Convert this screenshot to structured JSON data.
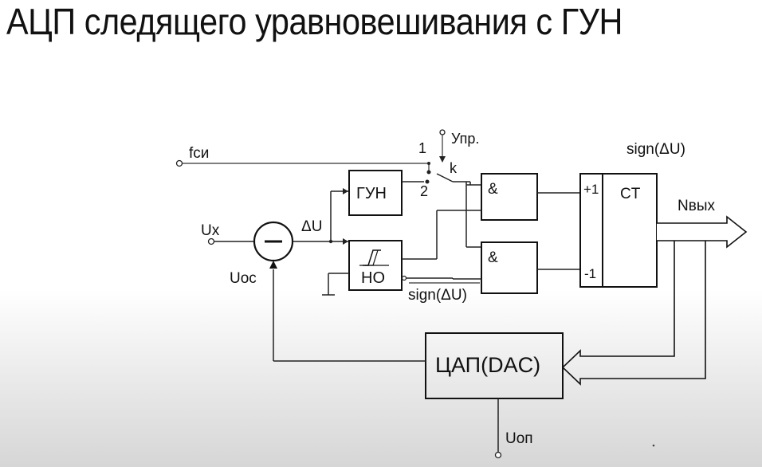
{
  "title": "АЦП следящего уравновешивания с ГУН",
  "diagram": {
    "labels": {
      "f_si": "fси",
      "ux": "Ux",
      "uos": "Uос",
      "delta_u": "ΔU",
      "upr": "Упр.",
      "k": "k",
      "pos1": "1",
      "pos2": "2",
      "gun": "ГУН",
      "no": "НО",
      "and1": "&",
      "and2": "&",
      "sign_top": "sign(ΔU)",
      "sign_bottom": "sign(ΔU)",
      "plus1": "+1",
      "minus1": "-1",
      "ct": "CT",
      "n_out": "Nвых",
      "dac": "ЦАП(DAC)",
      "uop": "Uоп"
    }
  }
}
